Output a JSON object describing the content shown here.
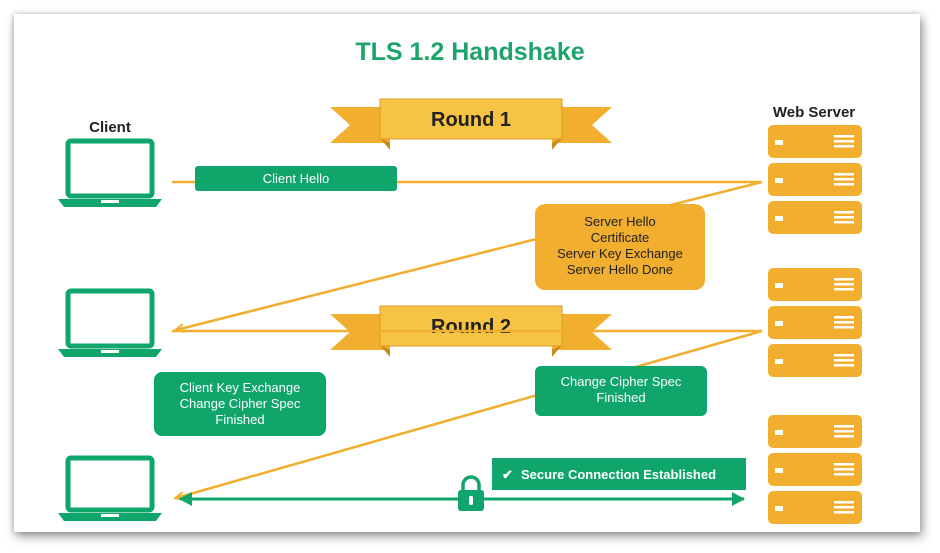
{
  "title": "TLS 1.2 Handshake",
  "client_label": "Client",
  "server_label": "Web Server",
  "round1": "Round 1",
  "round2": "Round 2",
  "client_hello": "Client Hello",
  "server_msg": [
    "Server Hello",
    "Certificate",
    "Server Key Exchange",
    "Server Hello Done"
  ],
  "client_msg": [
    "Client Key Exchange",
    "Change Cipher Spec",
    "Finished"
  ],
  "server_msg2": [
    "Change Cipher Spec",
    "Finished"
  ],
  "secure_check": "✔",
  "secure_label": "Secure Connection Established",
  "colors": {
    "green": "#0fa56b",
    "gold": "#f1ae2f",
    "gold_light": "#f6c343",
    "gold_dark": "#c98a1a",
    "title_green": "#1ea36a"
  }
}
